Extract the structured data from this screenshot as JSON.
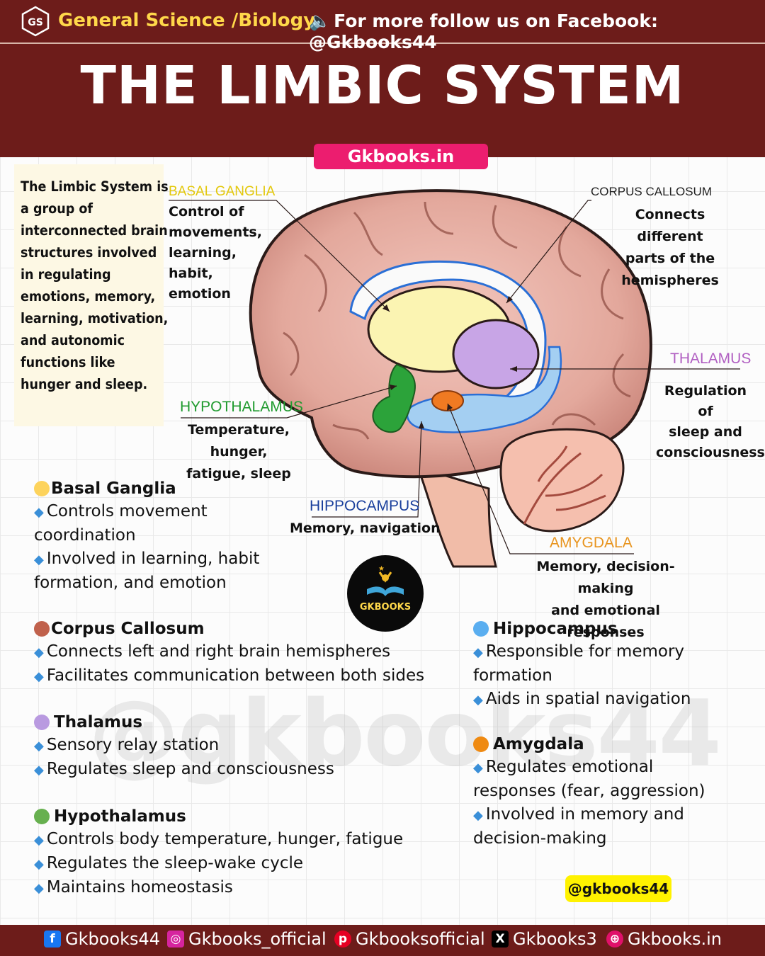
{
  "header": {
    "subject": "General Science /Biology",
    "follow": "For  more follow us on Facebook: @Gkbooks44",
    "logo_text": "GS",
    "title": "THE LIMBIC SYSTEM",
    "site": "Gkbooks.in"
  },
  "intro": "The Limbic System is a group of interconnected brain structures involved in regulating emotions, memory, learning, motivation, and autonomic functions like hunger and sleep.",
  "diagram": {
    "basal_ganglia": {
      "label": "BASAL GANGLIA",
      "desc": [
        "Control of",
        "movements,",
        "learning,",
        "habit,",
        "emotion"
      ],
      "color": "#e3c80b"
    },
    "corpus_callosum": {
      "label": "CORPUS CALLOSUM",
      "desc": [
        "Connects different",
        "parts of the",
        "hemispheres"
      ],
      "color": "#222222"
    },
    "thalamus": {
      "label": "THALAMUS",
      "desc": [
        "Regulation of",
        "sleep and",
        "consciousness"
      ],
      "color": "#b15fc2"
    },
    "hypothalamus": {
      "label": "HYPOTHALAMUS",
      "desc": [
        "Temperature, hunger,",
        "fatigue, sleep"
      ],
      "color": "#1f9a2e"
    },
    "hippocampus": {
      "label": "HIPPOCAMPUS",
      "desc": [
        "Memory, navigation"
      ],
      "color": "#1a3f9c"
    },
    "amygdala": {
      "label": "AMYGDALA",
      "desc": [
        "Memory, decision-making",
        "and emotional responses"
      ],
      "color": "#e8941e"
    }
  },
  "sections": {
    "basal": {
      "title": "Basal Ganglia",
      "color": "#fdd35c",
      "items": [
        "Controls movement",
        "coordination",
        "Involved in learning, habit",
        "formation, and emotion"
      ]
    },
    "corpus": {
      "title": "Corpus Callosum",
      "color": "#c0614c",
      "items": [
        "Connects left and right brain hemispheres",
        "Facilitates communication between both sides"
      ]
    },
    "thalamus": {
      "title": "Thalamus",
      "color": "#b99ae0",
      "items": [
        "Sensory relay station",
        "Regulates sleep and consciousness"
      ]
    },
    "hypothalamus": {
      "title": "Hypothalamus",
      "color": "#67b04f",
      "items": [
        "Controls body temperature, hunger, fatigue",
        "Regulates the sleep-wake cycle",
        "Maintains homeostasis"
      ]
    },
    "hippocampus": {
      "title": "Hippocampus",
      "color": "#5aaef0",
      "items": [
        "Responsible for memory",
        "formation",
        "Aids in spatial navigation"
      ]
    },
    "amygdala": {
      "title": "Amygdala",
      "color": "#ef8a12",
      "items": [
        "Regulates emotional",
        "responses (fear, aggression)",
        "Involved in memory and",
        "decision-making"
      ]
    }
  },
  "logo": "GKBOOKS",
  "watermark": "@gkbooks44",
  "handle": "@gkbooks44",
  "footer": {
    "facebook": "Gkbooks44",
    "instagram": "Gkbooks_official",
    "pinterest": "Gkbooksofficial",
    "x": "Gkbooks3",
    "web": "Gkbooks.in"
  }
}
